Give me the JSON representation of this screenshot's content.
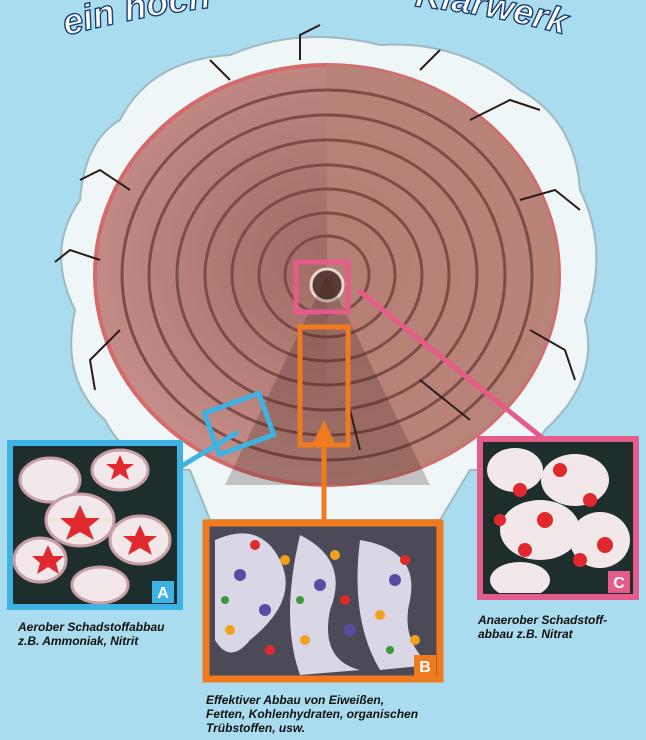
{
  "header": {
    "title_fragment_left": "ein hoch",
    "title_fragment_right": "Klärwerk"
  },
  "panels": {
    "a": {
      "letter": "A",
      "frame_color": "#3eb3e3"
    },
    "b": {
      "letter": "B",
      "frame_color": "#f07a1e"
    },
    "c": {
      "letter": "C",
      "frame_color": "#e55c8a"
    }
  },
  "captions": {
    "a": [
      "Aerober Schadstoffabbau",
      "z.B. Ammoniak, Nitrit"
    ],
    "b": [
      "Effektiver Abbau von Eiweißen,",
      "Fetten, Kohlenhydraten, organischen",
      "Trübstoffen, usw."
    ],
    "c": [
      "Anaerober Schadstoff-",
      "abbau z.B. Nitrat"
    ]
  },
  "colors": {
    "background": "#a9dcef",
    "cloud": "#eef6f8",
    "disc_left": "#c9918b",
    "disc_right": "#b78277",
    "crack": "#2a1e1a"
  }
}
